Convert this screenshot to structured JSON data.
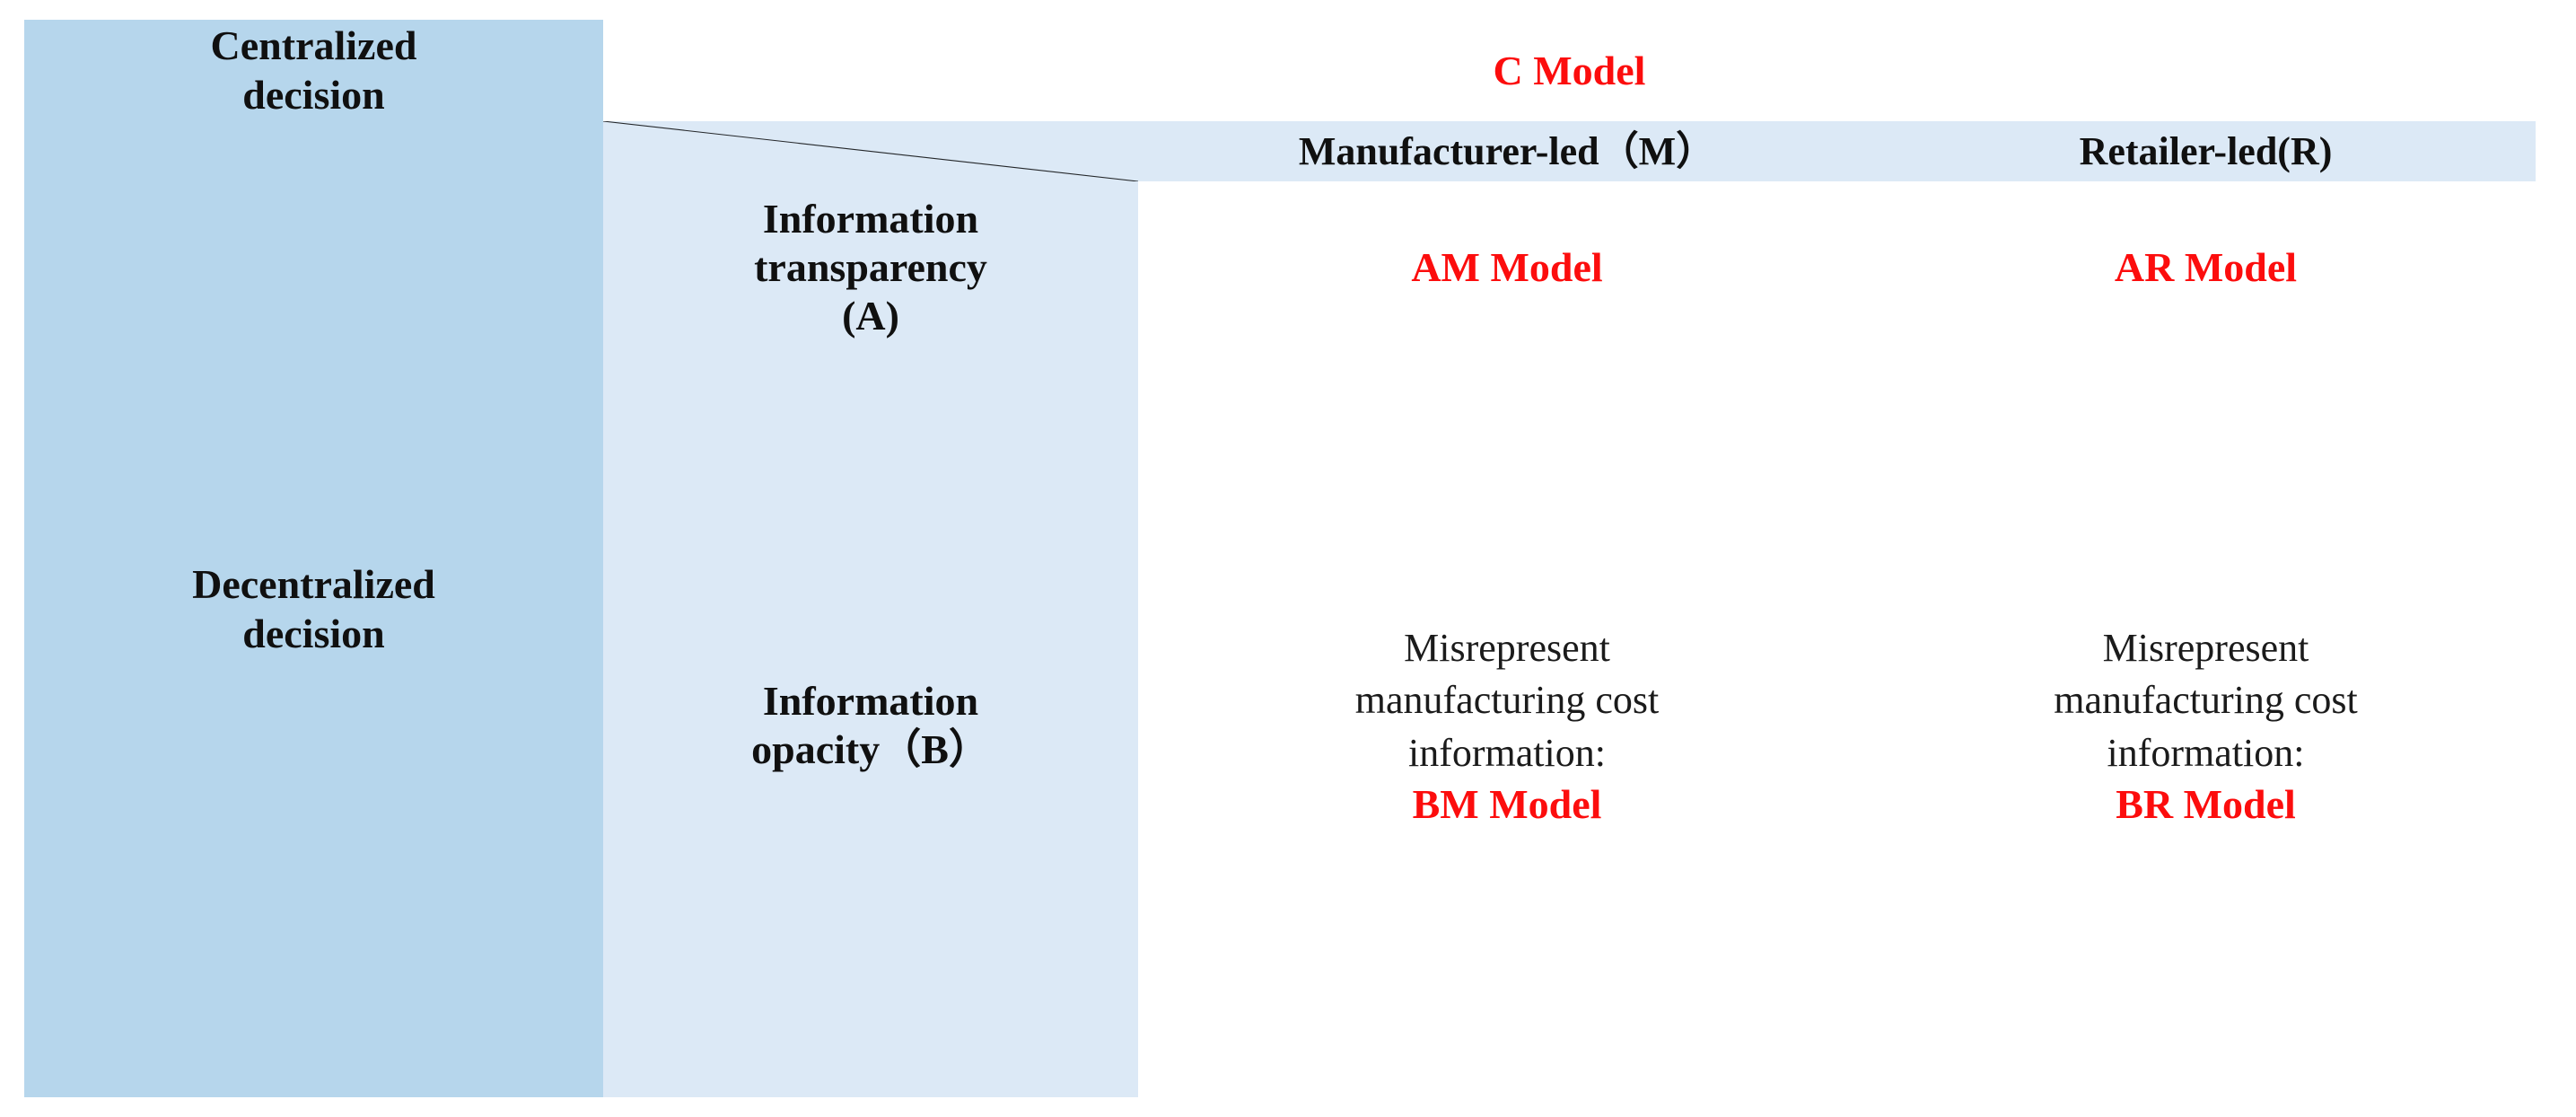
{
  "table": {
    "title_hidden": "",
    "colors": {
      "fill_primary": "#b6d6ec",
      "fill_secondary": "#dce9f6",
      "fill_body": "#ffffff",
      "rule": "#4a4f56",
      "model_text": "#fc0d0d",
      "text": "#101010"
    },
    "row_labels": {
      "centralized": {
        "line1": "Centralized",
        "line2": "decision"
      },
      "decentralized": {
        "line1": "Decentralized",
        "line2": "decision"
      },
      "info_transparency": {
        "line1": "Information",
        "line2": "transparency",
        "line3": "(A)"
      },
      "info_opacity": {
        "line1": "Information",
        "line2": "opacity（B）"
      }
    },
    "column_headers": {
      "manufacturer_led": "Manufacturer-led（M）",
      "retailer_led": "Retailer-led(R)"
    },
    "cells": {
      "centralized_model": "C Model",
      "transparency_manufacturer": "AM Model",
      "transparency_retailer": "AR Model",
      "opacity_manufacturer": {
        "line1": "Misrepresent",
        "line2": "manufacturing cost",
        "line3": "information:",
        "model": "BM  Model"
      },
      "opacity_retailer": {
        "line1": "Misrepresent",
        "line2": "manufacturing cost",
        "line3": "information:",
        "model": "BR Model"
      }
    },
    "diagonal_divider": "diagonal-line"
  }
}
